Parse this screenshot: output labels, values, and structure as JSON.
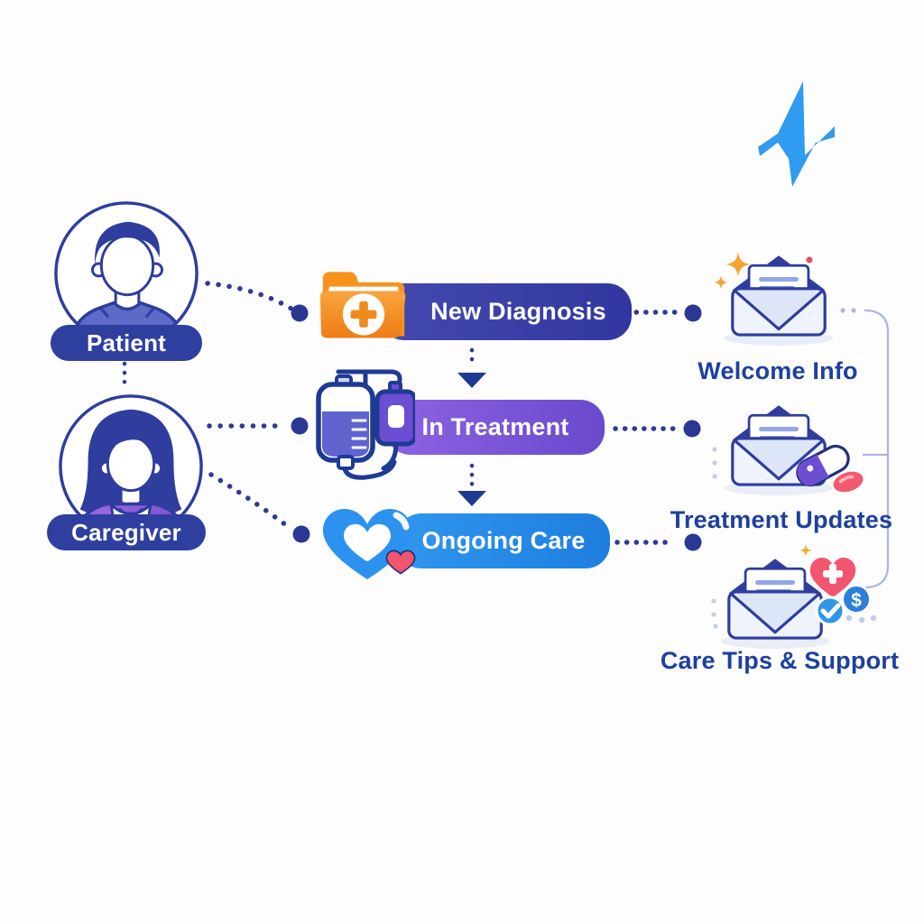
{
  "header": {
    "logo_icon": "pulse-n-logo-icon"
  },
  "actors": [
    {
      "id": "patient",
      "label": "Patient",
      "icon": "male-avatar-icon"
    },
    {
      "id": "caregiver",
      "label": "Caregiver",
      "icon": "female-avatar-icon"
    }
  ],
  "stages": [
    {
      "id": "new-diagnosis",
      "label": "New Diagnosis",
      "icon": "medical-folder-icon",
      "color": "#383da4"
    },
    {
      "id": "in-treatment",
      "label": "In Treatment",
      "icon": "iv-drip-icon",
      "color": "#7a55d8"
    },
    {
      "id": "ongoing-care",
      "label": "Ongoing Care",
      "icon": "hearts-icon",
      "color": "#2489ea"
    }
  ],
  "emails": [
    {
      "id": "welcome-info",
      "label": "Welcome Info",
      "icon": "open-envelope-sparkle-icon"
    },
    {
      "id": "treatment-updates",
      "label": "Treatment Updates",
      "icon": "envelope-pills-icon"
    },
    {
      "id": "care-tips-support",
      "label": "Care Tips & Support",
      "icon": "envelope-heart-check-dollar-icon",
      "dollar_glyph": "$"
    }
  ],
  "colors": {
    "navy": "#2e3a94",
    "indigo_pill": "#383da4",
    "purple_pill": "#7a55d8",
    "blue_pill": "#2489ea",
    "folder_orange": "#f6931d",
    "accent_red": "#f2556e",
    "logo_blue": "#2f9bf1",
    "email_label_text": "#1d409f",
    "bracket_line": "#a9b5e5"
  }
}
